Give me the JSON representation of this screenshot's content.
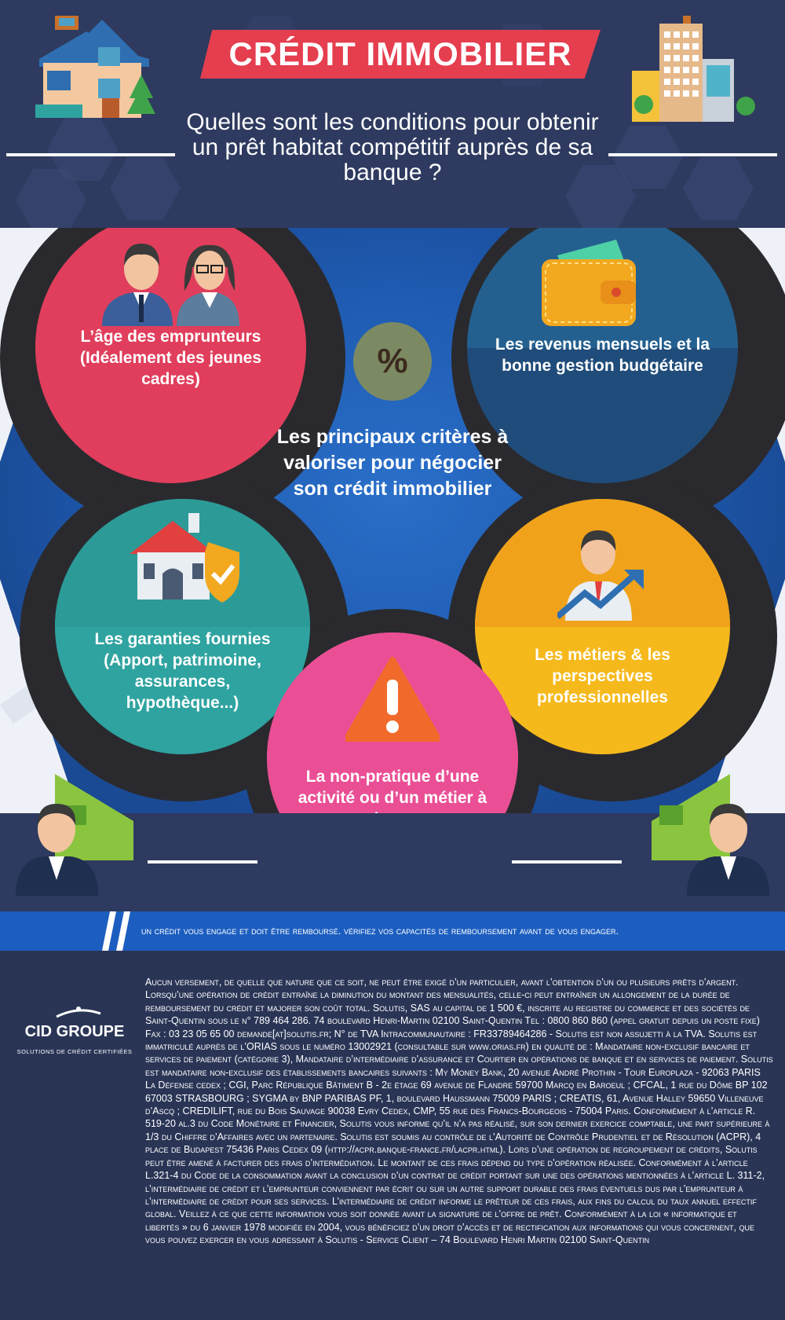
{
  "header": {
    "title": "CRÉDIT IMMOBILIER",
    "subtitle": "Quelles sont les conditions pour obtenir un prêt habitat compétitif auprès de sa banque ?"
  },
  "center": {
    "heading": "Les principaux critères à valoriser pour négocier son crédit immobilier",
    "icon": "percent-icon",
    "glyph": "%"
  },
  "criteria": [
    {
      "label": "L’âge des emprunteurs (Idéalement des jeunes cadres)",
      "icon": "borrowers-icon",
      "color": "#e03e5c"
    },
    {
      "label": "Les revenus mensuels et la bonne gestion budgétaire",
      "icon": "wallet-icon",
      "color": "#1f5a8e"
    },
    {
      "label": "Les garanties fournies (Apport, patrimoine, assurances, hypothèque...)",
      "icon": "house-shield-icon",
      "color": "#2fa3a0"
    },
    {
      "label": "Les métiers & les perspectives professionnelles",
      "icon": "professional-growth-icon",
      "color": "#f6b91c"
    },
    {
      "label": "La non-pratique d’une activité ou d’un métier à risque",
      "icon": "warning-icon",
      "color": "#ea4f95"
    }
  ],
  "disclaimer": "UN CRÉDIT VOUS ENGAGE ET DOIT ÊTRE REMBOURSÉ. VÉRIFIEZ VOS CAPACITÉS DE REMBOURSEMENT AVANT DE VOUS ENGAGER.",
  "brand": {
    "name": "CID GROUPE",
    "tagline": "SOLUTIONS DE CRÉDIT CERTIFIÉES"
  },
  "legal": "Aucun versement, de quelle que nature que ce soit, ne peut être exigé d’un particulier, avant l’obtention d’un ou plusieurs prêts d’argent. Lorsqu’une opération de crédit entraîne la diminution du montant des mensualités, celle-ci peut entraîner un allongement de la durée de remboursement du crédit et majorer son coût total. Solutis, SAS au capital de 1 500 €, inscrite au registre du commerce et des sociétés de Saint-Quentin sous le n° 789 464 286. 74 boulevard Henri-Martin 02100 Saint-Quentin Tel : 0800 860 860 (appel gratuit depuis un poste fixe) Fax : 03 23 05 65 00 demande[at]solutis.fr; N° de TVA Intracommunautaire : FR33789464286 - Solutis est non assujetti à la TVA. Solutis est immatriculé auprès de l’ORIAS sous le numéro 13002921 (consultable sur www.orias.fr) en qualité de : Mandataire non-exclusif bancaire et services de paiement (catégorie 3), Mandataire d’intermédiaire d’assurance et Courtier en opérations de banque et en services de paiement. Solutis est mandataire non-exclusif des établissements bancaires suivants : My Money Bank, 20 avenue André Prothin - Tour Europlaza - 92063 PARIS La Défense cedex ; CGI, Parc République Bâtiment B - 2e étage 69 avenue de Flandre 59700 Marcq en Baroeul ; CFCAL, 1 rue du Dôme BP 102 67003 STRASBOURG ; SYGMA by BNP PARIBAS PF, 1, boulevard Haussmann 75009 PARIS ; CREATIS, 61, Avenue Halley 59650 Villeneuve d’Ascq ; CREDILIFT, rue du Bois Sauvage 90038 Evry Cedex, CMP, 55 rue des Francs-Bourgeois - 75004 Paris. Conformément à l’article R. 519-20 al.3 du Code Monétaire et Financier, Solutis vous informe qu’il n’a pas réalisé, sur son dernier exercice comptable, une part supérieure à 1/3 du Chiffre d’Affaires avec un partenaire. Solutis est soumis au contrôle de l’Autorité de Contrôle Prudentiel et de Résolution (ACPR), 4 place de Budapest 75436 Paris Cedex 09 (http://acpr.banque-france.fr/lacpr.html). Lors d’une opération de regroupement de crédits, Solutis peut être amené à facturer des frais d’intermédiation. Le montant de ces frais dépend du type d’opération réalisée. Conformément à l’article L.321-4 du Code de la consommation avant la conclusion d’un contrat de crédit portant sur une des opérations mentionnées à l’article L. 311-2, l’intermédiaire de crédit et l’emprunteur conviennent par écrit ou sur un autre support durable des frais éventuels dus par l’emprunteur à l’intermédiaire de crédit pour ses services. L’intermédiaire de crédit informe le prêteur de ces frais, aux fins du calcul du taux annuel effectif global. Veillez à ce que cette information vous soit donnée avant la signature de l’offre de prêt. Conformément à la loi « informatique et libertés » du 6 janvier 1978 modifiée en 2004, vous bénéficiez d’un droit d’accès et de rectification aux informations qui vous concernent, que vous pouvez exercer en vous adressant à Solutis - Service Client – 74 Boulevard Henri Martin 02100 Saint-Quentin"
}
